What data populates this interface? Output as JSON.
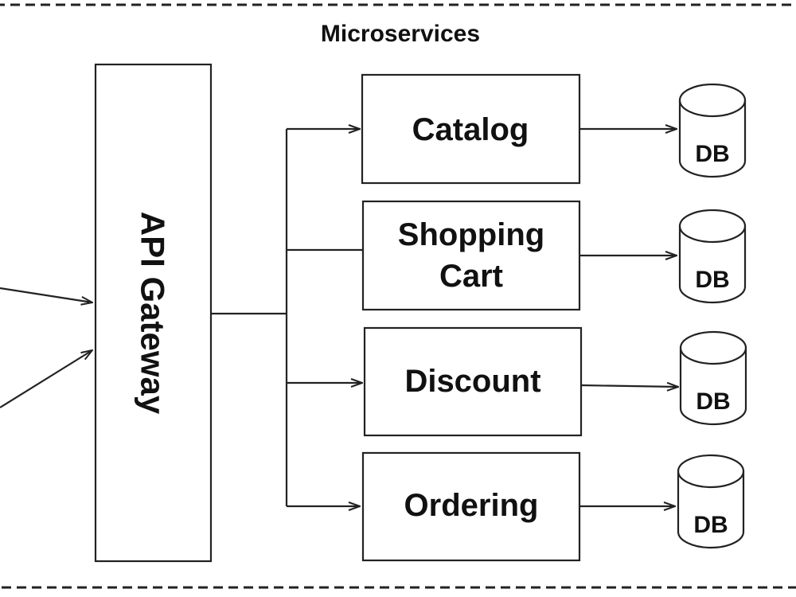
{
  "diagram": {
    "boundary_title": "Microservices",
    "gateway": {
      "label": "API Gateway"
    },
    "services": [
      {
        "id": "catalog",
        "lines": [
          "Catalog"
        ]
      },
      {
        "id": "shopping-cart",
        "lines": [
          "Shopping",
          "Cart"
        ]
      },
      {
        "id": "discount",
        "lines": [
          "Discount"
        ]
      },
      {
        "id": "ordering",
        "lines": [
          "Ordering"
        ]
      }
    ],
    "database_label": "DB",
    "colors": {
      "stroke": "#222222",
      "background": "#ffffff",
      "text": "#111111"
    }
  }
}
